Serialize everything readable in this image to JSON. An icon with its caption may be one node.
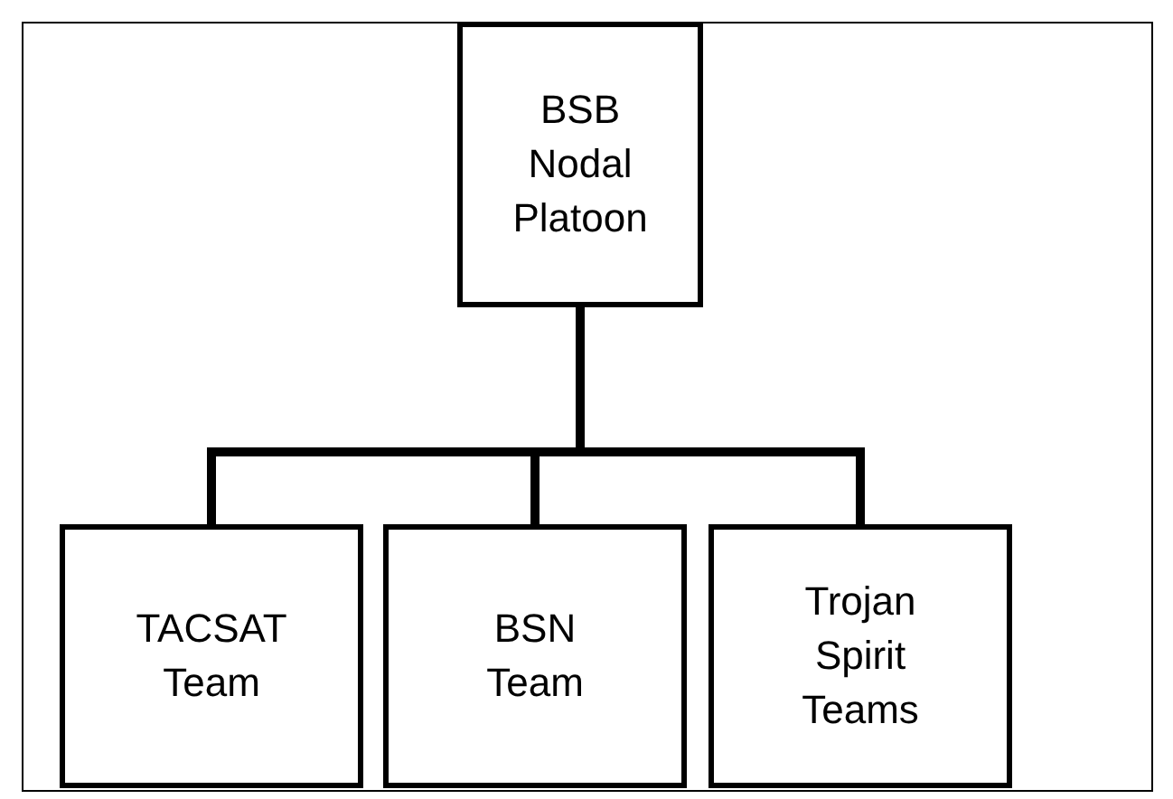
{
  "diagram": {
    "nodes": [
      {
        "text": [
          "BSB Nodal Platoon"
        ]
      },
      {
        "text": [
          "TACSAT Team"
        ]
      },
      {
        "text": [
          "BSN Team"
        ]
      },
      {
        "text": [
          "Trojan Spirit Teams"
        ]
      }
    ],
    "edges": [
      {
        "from": 0,
        "to": 1,
        "arrow": "none"
      },
      {
        "from": 0,
        "to": 2,
        "arrow": "none"
      },
      {
        "from": 0,
        "to": 3,
        "arrow": "none"
      }
    ]
  }
}
